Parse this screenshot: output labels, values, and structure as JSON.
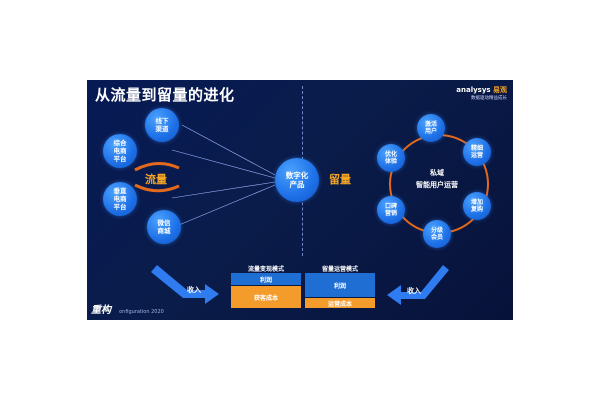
{
  "title": "从流量到留量的进化",
  "logo": {
    "brand": "analysys",
    "brand_cn": "易观",
    "tagline": "数据驱动精益成长"
  },
  "left": {
    "channels": [
      {
        "id": "offline",
        "label": "线下\n渠道"
      },
      {
        "id": "ecommerce",
        "label": "综合\n电商\n平台"
      },
      {
        "id": "vertical",
        "label": "垂直\n电商\n平台"
      },
      {
        "id": "wechat",
        "label": "微信\n商城"
      }
    ],
    "traffic_label": "流量"
  },
  "center": {
    "node": "数字化\n产品",
    "retention_label": "留量"
  },
  "right": {
    "ring_nodes": [
      {
        "id": "activate",
        "label": "激活\n用户"
      },
      {
        "id": "refine",
        "label": "精细\n运营"
      },
      {
        "id": "increase",
        "label": "增加\n复购"
      },
      {
        "id": "tier",
        "label": "分级\n会员"
      },
      {
        "id": "reputation",
        "label": "口碑\n营销"
      },
      {
        "id": "optimize",
        "label": "优化\n体验"
      }
    ],
    "center_title": "私域",
    "center_subtitle": "智能用户运营"
  },
  "bottom": {
    "left_model": {
      "title": "流量变现模式",
      "profit": "利润",
      "cost": "获客成本"
    },
    "right_model": {
      "title": "留量运营模式",
      "profit": "利润",
      "cost": "运营成本"
    },
    "left_income": "收入",
    "right_income": "收入"
  },
  "footer": {
    "brand": "重构",
    "conference": "onfiguration 2020"
  },
  "colors": {
    "background": "#0a1c4a",
    "accent_orange": "#f5a623",
    "ring_orange": "#e36a1c",
    "node_blue": "#1d6fe6",
    "profit_blue": "#1f6ed4",
    "cost_orange": "#f39c2c"
  }
}
